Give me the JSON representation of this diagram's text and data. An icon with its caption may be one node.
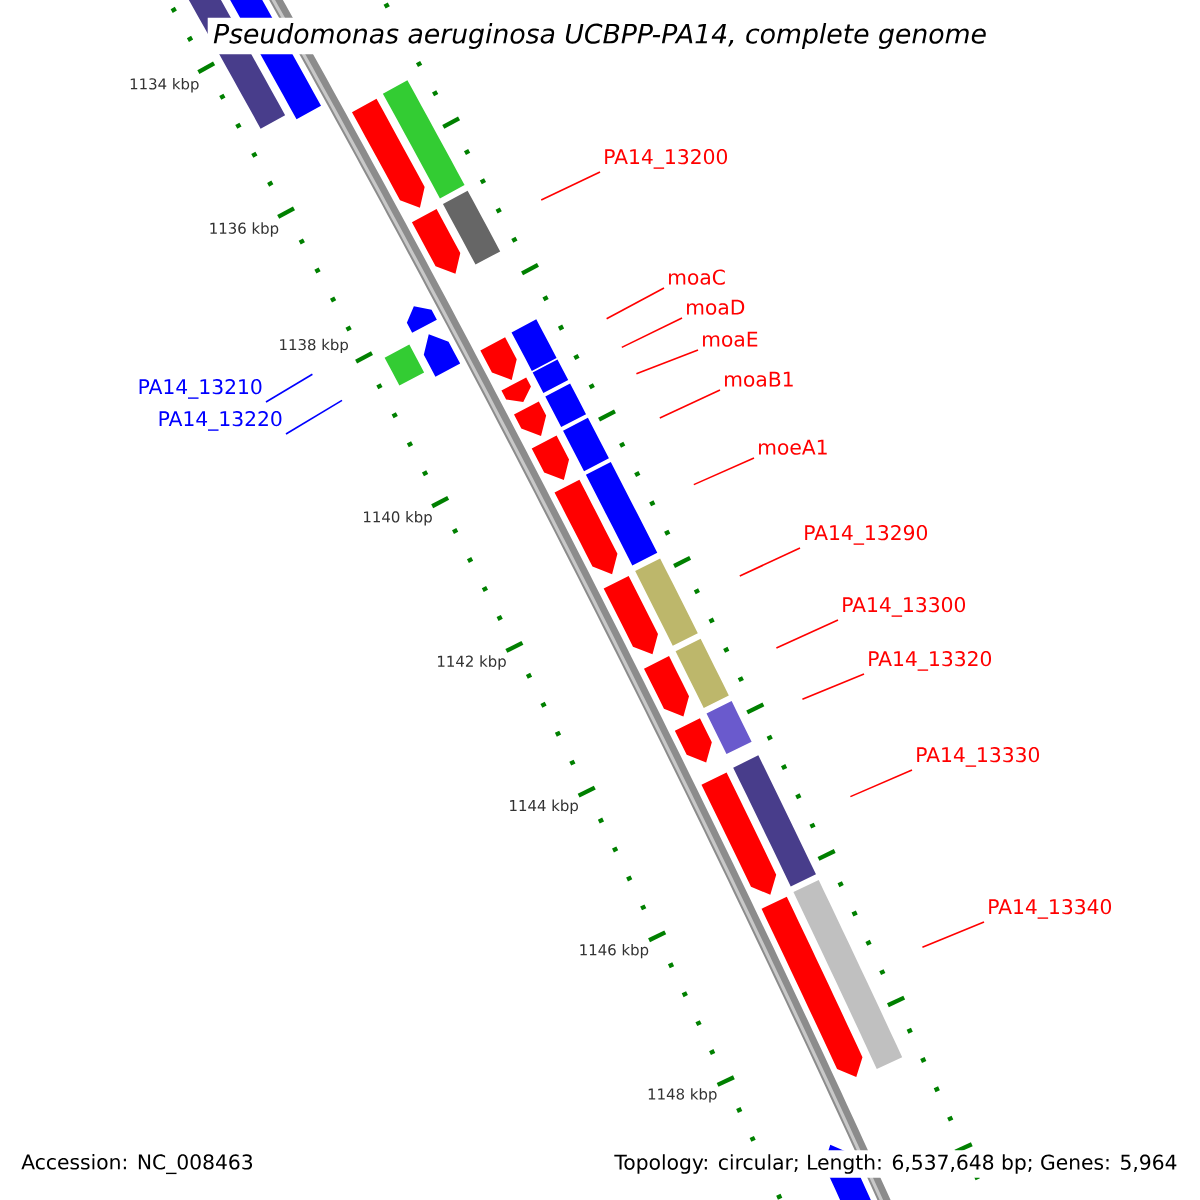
{
  "diagram": {
    "title": "Pseudomonas aeruginosa UCBPP-PA14, complete genome",
    "nodes": [
      {
        "text": [
          "PA14_13200"
        ]
      },
      {
        "text": [
          "moaC"
        ]
      },
      {
        "text": [
          "moaD"
        ]
      },
      {
        "text": [
          "moaE"
        ]
      },
      {
        "text": [
          "moaB1"
        ]
      },
      {
        "text": [
          "PA14_13210"
        ]
      },
      {
        "text": [
          "PA14_13220"
        ]
      },
      {
        "text": [
          "moeA1"
        ]
      },
      {
        "text": [
          "PA14_13290"
        ]
      },
      {
        "text": [
          "PA14_13300"
        ]
      },
      {
        "text": [
          "PA14_13320"
        ]
      },
      {
        "text": [
          "PA14_13330"
        ]
      },
      {
        "text": [
          "PA14_13340"
        ]
      }
    ],
    "edges": [
      {
        "from": 0,
        "to": null,
        "arrow": "none"
      },
      {
        "from": 1,
        "to": null,
        "arrow": "none"
      },
      {
        "from": 2,
        "to": null,
        "arrow": "none"
      },
      {
        "from": 3,
        "to": null,
        "arrow": "none"
      },
      {
        "from": 4,
        "to": null,
        "arrow": "none"
      },
      {
        "from": 5,
        "to": null,
        "arrow": "none",
        "color": "#0000ff"
      },
      {
        "from": 6,
        "to": null,
        "arrow": "none",
        "color": "#0000ff"
      },
      {
        "from": 7,
        "to": null,
        "arrow": "none"
      },
      {
        "from": 8,
        "to": null,
        "arrow": "none"
      },
      {
        "from": 9,
        "to": null,
        "arrow": "none"
      },
      {
        "from": 10,
        "to": null,
        "arrow": "none"
      },
      {
        "from": 11,
        "to": null,
        "arrow": "none"
      },
      {
        "from": 12,
        "to": null,
        "arrow": "none"
      }
    ],
    "labels": [
      "1134 kbp",
      "1136 kbp",
      "1138 kbp",
      "1140 kbp",
      "1142 kbp",
      "1144 kbp",
      "1146 kbp",
      "1148 kbp",
      "Accession: NC_008463",
      "Topology: circular; Length: 6,537,648 bp; Genes: 5,964"
    ]
  }
}
